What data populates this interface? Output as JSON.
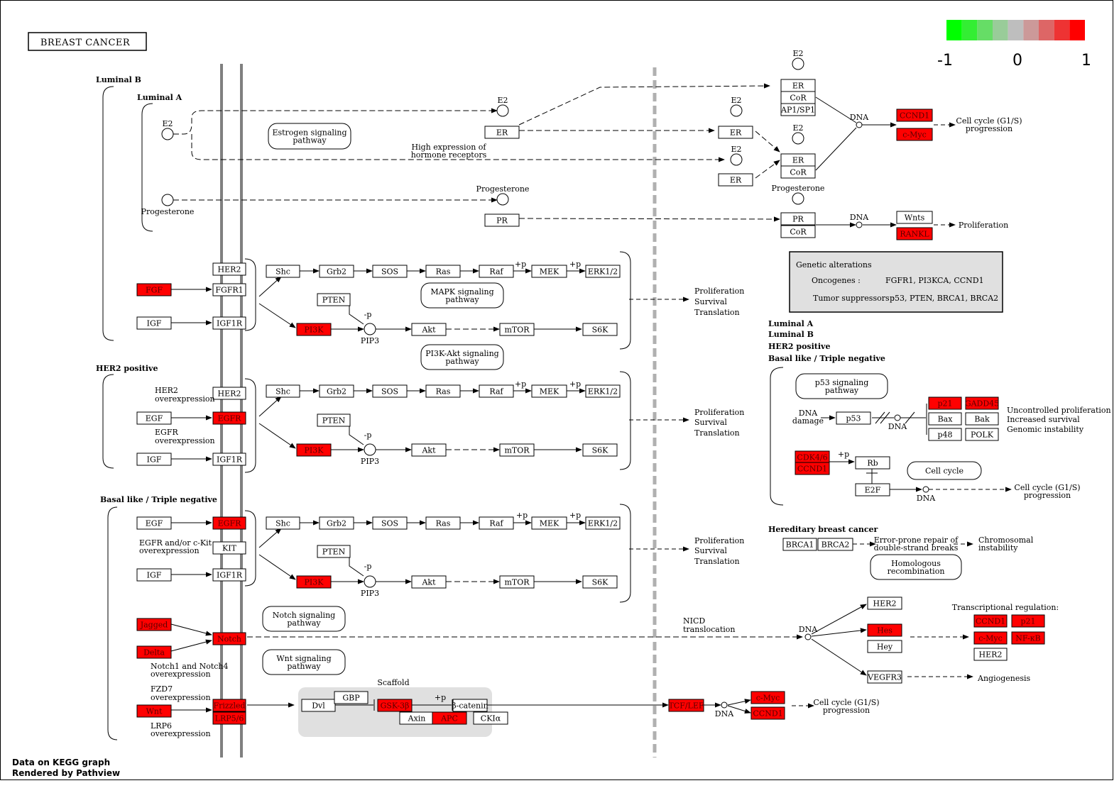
{
  "title": "BREAST CANCER",
  "footer": [
    "Data on KEGG graph",
    "Rendered by Pathview"
  ],
  "colors": {
    "high": "#ff0000",
    "neutral": "#ffffff",
    "membrane": "#808080",
    "legend_bg": "#e0e0e0"
  },
  "scale": {
    "labels": [
      "-1",
      "0",
      "1"
    ],
    "colors": [
      "#00ff00",
      "#33ee33",
      "#66dd66",
      "#99cc99",
      "#bebebe",
      "#cc9999",
      "#dd6666",
      "#ee3333",
      "#ff0000"
    ]
  },
  "genes": [
    {
      "id": "ccnd1_a",
      "label": "CCND1",
      "hl": true
    },
    {
      "id": "cmyc_a",
      "label": "c-Myc",
      "hl": true
    },
    {
      "id": "wnts",
      "label": "Wnts",
      "hl": false
    },
    {
      "id": "rankl",
      "label": "RANKL",
      "hl": true
    },
    {
      "id": "fgf",
      "label": "FGF",
      "hl": true
    },
    {
      "id": "her2_1",
      "label": "HER2",
      "hl": false
    },
    {
      "id": "fgfr1",
      "label": "FGFR1",
      "hl": false
    },
    {
      "id": "igf_1",
      "label": "IGF",
      "hl": false
    },
    {
      "id": "igf1r_1",
      "label": "IGF1R",
      "hl": false
    },
    {
      "id": "shc_1",
      "label": "Shc",
      "hl": false
    },
    {
      "id": "grb2_1",
      "label": "Grb2",
      "hl": false
    },
    {
      "id": "sos_1",
      "label": "SOS",
      "hl": false
    },
    {
      "id": "ras_1",
      "label": "Ras",
      "hl": false
    },
    {
      "id": "raf_1",
      "label": "Raf",
      "hl": false
    },
    {
      "id": "mek_1",
      "label": "MEK",
      "hl": false
    },
    {
      "id": "erk_1",
      "label": "ERK1/2",
      "hl": false
    },
    {
      "id": "pten_1",
      "label": "PTEN",
      "hl": false
    },
    {
      "id": "pi3k_1",
      "label": "PI3K",
      "hl": true
    },
    {
      "id": "akt_1",
      "label": "Akt",
      "hl": false
    },
    {
      "id": "mtor_1",
      "label": "mTOR",
      "hl": false
    },
    {
      "id": "s6k_1",
      "label": "S6K",
      "hl": false
    },
    {
      "id": "her2_2",
      "label": "HER2",
      "hl": false
    },
    {
      "id": "egf_2",
      "label": "EGF",
      "hl": false
    },
    {
      "id": "egfr_2",
      "label": "EGFR",
      "hl": true
    },
    {
      "id": "igf_2",
      "label": "IGF",
      "hl": false
    },
    {
      "id": "igf1r_2",
      "label": "IGF1R",
      "hl": false
    },
    {
      "id": "shc_2",
      "label": "Shc",
      "hl": false
    },
    {
      "id": "grb2_2",
      "label": "Grb2",
      "hl": false
    },
    {
      "id": "sos_2",
      "label": "SOS",
      "hl": false
    },
    {
      "id": "ras_2",
      "label": "Ras",
      "hl": false
    },
    {
      "id": "raf_2",
      "label": "Raf",
      "hl": false
    },
    {
      "id": "mek_2",
      "label": "MEK",
      "hl": false
    },
    {
      "id": "erk_2",
      "label": "ERK1/2",
      "hl": false
    },
    {
      "id": "pten_2",
      "label": "PTEN",
      "hl": false
    },
    {
      "id": "pi3k_2",
      "label": "PI3K",
      "hl": true
    },
    {
      "id": "akt_2",
      "label": "Akt",
      "hl": false
    },
    {
      "id": "mtor_2",
      "label": "mTOR",
      "hl": false
    },
    {
      "id": "s6k_2",
      "label": "S6K",
      "hl": false
    },
    {
      "id": "egf_3",
      "label": "EGF",
      "hl": false
    },
    {
      "id": "egfr_3",
      "label": "EGFR",
      "hl": true
    },
    {
      "id": "kit",
      "label": "KIT",
      "hl": false
    },
    {
      "id": "igf_3",
      "label": "IGF",
      "hl": false
    },
    {
      "id": "igf1r_3",
      "label": "IGF1R",
      "hl": false
    },
    {
      "id": "shc_3",
      "label": "Shc",
      "hl": false
    },
    {
      "id": "grb2_3",
      "label": "Grb2",
      "hl": false
    },
    {
      "id": "sos_3",
      "label": "SOS",
      "hl": false
    },
    {
      "id": "ras_3",
      "label": "Ras",
      "hl": false
    },
    {
      "id": "raf_3",
      "label": "Raf",
      "hl": false
    },
    {
      "id": "mek_3",
      "label": "MEK",
      "hl": false
    },
    {
      "id": "erk_3",
      "label": "ERK1/2",
      "hl": false
    },
    {
      "id": "pten_3",
      "label": "PTEN",
      "hl": false
    },
    {
      "id": "pi3k_3",
      "label": "PI3K",
      "hl": true
    },
    {
      "id": "akt_3",
      "label": "Akt",
      "hl": false
    },
    {
      "id": "mtor_3",
      "label": "mTOR",
      "hl": false
    },
    {
      "id": "s6k_3",
      "label": "S6K",
      "hl": false
    },
    {
      "id": "jagged",
      "label": "Jagged",
      "hl": true
    },
    {
      "id": "delta",
      "label": "Delta",
      "hl": true
    },
    {
      "id": "notch",
      "label": "Notch",
      "hl": true
    },
    {
      "id": "wnt",
      "label": "Wnt",
      "hl": true
    },
    {
      "id": "frizzled",
      "label": "Frizzled",
      "hl": true
    },
    {
      "id": "lrp56",
      "label": "LRP5/6",
      "hl": true
    },
    {
      "id": "dvl",
      "label": "Dvl",
      "hl": false
    },
    {
      "id": "gbp",
      "label": "GBP",
      "hl": false
    },
    {
      "id": "gsk3b",
      "label": "GSK-3β",
      "hl": true
    },
    {
      "id": "axin",
      "label": "Axin",
      "hl": false
    },
    {
      "id": "apc",
      "label": "APC",
      "hl": true
    },
    {
      "id": "bcat",
      "label": "β-catenin",
      "hl": false
    },
    {
      "id": "ckia",
      "label": "CKIα",
      "hl": false
    },
    {
      "id": "tcflef",
      "label": "TCF/LEF",
      "hl": true
    },
    {
      "id": "cmyc_b",
      "label": "c-Myc",
      "hl": true
    },
    {
      "id": "ccnd1_b",
      "label": "CCND1",
      "hl": true
    },
    {
      "id": "er_1",
      "label": "ER",
      "hl": false
    },
    {
      "id": "er_2",
      "label": "ER",
      "hl": false
    },
    {
      "id": "er_3",
      "label": "ER",
      "hl": false
    },
    {
      "id": "pr_1",
      "label": "PR",
      "hl": false
    },
    {
      "id": "er_c1",
      "label": "ER",
      "hl": false
    },
    {
      "id": "cor_c1",
      "label": "CoR",
      "hl": false
    },
    {
      "id": "ap1",
      "label": "AP1/SP1",
      "hl": false
    },
    {
      "id": "er_c2",
      "label": "ER",
      "hl": false
    },
    {
      "id": "cor_c2",
      "label": "CoR",
      "hl": false
    },
    {
      "id": "pr_c",
      "label": "PR",
      "hl": false
    },
    {
      "id": "cor_c3",
      "label": "CoR",
      "hl": false
    },
    {
      "id": "p53",
      "label": "p53",
      "hl": false
    },
    {
      "id": "p21_a",
      "label": "p21",
      "hl": true
    },
    {
      "id": "gadd45",
      "label": "GADD45",
      "hl": true
    },
    {
      "id": "bax",
      "label": "Bax",
      "hl": false
    },
    {
      "id": "bak",
      "label": "Bak",
      "hl": false
    },
    {
      "id": "p48",
      "label": "p48",
      "hl": false
    },
    {
      "id": "polk",
      "label": "POLK",
      "hl": false
    },
    {
      "id": "cdk46",
      "label": "CDK4/6",
      "hl": true
    },
    {
      "id": "ccnd1_c",
      "label": "CCND1",
      "hl": true
    },
    {
      "id": "rb",
      "label": "Rb",
      "hl": false
    },
    {
      "id": "e2f",
      "label": "E2F",
      "hl": false
    },
    {
      "id": "brca1",
      "label": "BRCA1",
      "hl": false
    },
    {
      "id": "brca2",
      "label": "BRCA2",
      "hl": false
    },
    {
      "id": "her2_n",
      "label": "HER2",
      "hl": false
    },
    {
      "id": "hes",
      "label": "Hes",
      "hl": true
    },
    {
      "id": "hey",
      "label": "Hey",
      "hl": false
    },
    {
      "id": "vegfr3",
      "label": "VEGFR3",
      "hl": false
    },
    {
      "id": "ccnd1_d",
      "label": "CCND1",
      "hl": true
    },
    {
      "id": "p21_b",
      "label": "p21",
      "hl": true
    },
    {
      "id": "cmyc_d",
      "label": "c-Myc",
      "hl": true
    },
    {
      "id": "nfkb",
      "label": "NF-κB",
      "hl": true
    },
    {
      "id": "her2_d",
      "label": "HER2",
      "hl": false
    }
  ],
  "pathways": [
    {
      "id": "estrogen",
      "lines": [
        "Estrogen signaling",
        "pathway"
      ]
    },
    {
      "id": "mapk",
      "lines": [
        "MAPK signaling",
        "pathway"
      ]
    },
    {
      "id": "pi3kakt",
      "lines": [
        "PI3K-Akt signaling",
        "pathway"
      ]
    },
    {
      "id": "notchpw",
      "lines": [
        "Notch signaling",
        "pathway"
      ]
    },
    {
      "id": "wntpw",
      "lines": [
        "Wnt signaling",
        "pathway"
      ]
    },
    {
      "id": "p53pw",
      "lines": [
        "p53 signaling",
        "pathway"
      ]
    },
    {
      "id": "cellcycle",
      "lines": [
        "Cell cycle"
      ]
    },
    {
      "id": "homrec",
      "lines": [
        "Homologous",
        "recombination"
      ]
    }
  ],
  "compounds": [
    {
      "id": "e2_src",
      "label": "E2"
    },
    {
      "id": "prog_src",
      "label": "Progesterone"
    },
    {
      "id": "e2_er1",
      "label": "E2"
    },
    {
      "id": "e2_er2",
      "label": "E2"
    },
    {
      "id": "e2_er3",
      "label": "E2"
    },
    {
      "id": "prog_pr1",
      "label": "Progesterone"
    },
    {
      "id": "e2_c1",
      "label": "E2"
    },
    {
      "id": "e2_c2",
      "label": "E2"
    },
    {
      "id": "prog_c",
      "label": "Progesterone"
    },
    {
      "id": "pip3_1",
      "label": "PIP3"
    },
    {
      "id": "pip3_2",
      "label": "PIP3"
    },
    {
      "id": "pip3_3",
      "label": "PIP3"
    },
    {
      "id": "dna_1",
      "label": "DNA"
    },
    {
      "id": "dna_2",
      "label": "DNA"
    },
    {
      "id": "dna_p53",
      "label": "DNA"
    },
    {
      "id": "dna_e2f",
      "label": "DNA"
    },
    {
      "id": "dna_notch",
      "label": "DNA"
    },
    {
      "id": "dna_tcf",
      "label": "DNA"
    }
  ],
  "labels": [
    {
      "id": "luminal_b",
      "text": "Luminal B",
      "bold": true
    },
    {
      "id": "luminal_a",
      "text": "Luminal A",
      "bold": true
    },
    {
      "id": "her2_pos",
      "text": "HER2 positive",
      "bold": true
    },
    {
      "id": "basal",
      "text": "Basal like / Triple negative",
      "bold": true
    },
    {
      "id": "high_expr1",
      "text": "High expression of"
    },
    {
      "id": "high_expr2",
      "text": "hormone receptors"
    },
    {
      "id": "cc1a",
      "text": "Cell cycle (G1/S)"
    },
    {
      "id": "cc1b",
      "text": "progression"
    },
    {
      "id": "prolif_a",
      "text": "Proliferation"
    },
    {
      "id": "pst1a",
      "text": "Proliferation"
    },
    {
      "id": "pst1b",
      "text": "Survival"
    },
    {
      "id": "pst1c",
      "text": "Translation"
    },
    {
      "id": "pst2a",
      "text": "Proliferation"
    },
    {
      "id": "pst2b",
      "text": "Survival"
    },
    {
      "id": "pst2c",
      "text": "Translation"
    },
    {
      "id": "pst3a",
      "text": "Proliferation"
    },
    {
      "id": "pst3b",
      "text": "Survival"
    },
    {
      "id": "pst3c",
      "text": "Translation"
    },
    {
      "id": "her2ov1",
      "text": "HER2"
    },
    {
      "id": "her2ov2",
      "text": "overexpression"
    },
    {
      "id": "egfrov1",
      "text": "EGFR"
    },
    {
      "id": "egfrov2",
      "text": "overexpression"
    },
    {
      "id": "egfrkit1",
      "text": "EGFR and/or c-Kit"
    },
    {
      "id": "egfrkit2",
      "text": "overexpression"
    },
    {
      "id": "notchov1",
      "text": "Notch1 and Notch4"
    },
    {
      "id": "notchov2",
      "text": "overexpression"
    },
    {
      "id": "fzdov1",
      "text": "FZD7"
    },
    {
      "id": "fzdov2",
      "text": "overexpression"
    },
    {
      "id": "lrpov1",
      "text": "LRP6"
    },
    {
      "id": "lrpov2",
      "text": "overexpression"
    },
    {
      "id": "scaffold",
      "text": "Scaffold"
    },
    {
      "id": "cc2a",
      "text": "Cell cycle (G1/S)"
    },
    {
      "id": "cc2b",
      "text": "progression"
    },
    {
      "id": "nicd1",
      "text": "NICD"
    },
    {
      "id": "nicd2",
      "text": "translocation"
    },
    {
      "id": "transreg",
      "text": "Transcriptional regulation:"
    },
    {
      "id": "angio",
      "text": "Angiogenesis"
    },
    {
      "id": "ga_title",
      "text": "Genetic alterations"
    },
    {
      "id": "ga_onc",
      "text": "Oncogenes :"
    },
    {
      "id": "ga_onc_v",
      "text": "FGFR1, PI3KCA, CCND1"
    },
    {
      "id": "ga_ts",
      "text": "Tumor suppressors :"
    },
    {
      "id": "ga_ts_v",
      "text": "p53, PTEN, BRCA1, BRCA2"
    },
    {
      "id": "st1",
      "text": "Luminal A",
      "bold": true
    },
    {
      "id": "st2",
      "text": "Luminal B",
      "bold": true
    },
    {
      "id": "st3",
      "text": "HER2 positive",
      "bold": true
    },
    {
      "id": "st4",
      "text": "Basal like / Triple negative",
      "bold": true
    },
    {
      "id": "dnadmg1",
      "text": "DNA"
    },
    {
      "id": "dnadmg2",
      "text": "damage"
    },
    {
      "id": "unc1",
      "text": "Uncontrolled proliferation"
    },
    {
      "id": "unc2",
      "text": "Increased survival"
    },
    {
      "id": "unc3",
      "text": "Genomic instability"
    },
    {
      "id": "cc3a",
      "text": "Cell cycle (G1/S)"
    },
    {
      "id": "cc3b",
      "text": "progression"
    },
    {
      "id": "hbc",
      "text": "Hereditary breast cancer",
      "bold": true
    },
    {
      "id": "errp1",
      "text": "Error-prone repair of"
    },
    {
      "id": "errp2",
      "text": "double-strand breaks"
    },
    {
      "id": "chrom1",
      "text": "Chromosomal"
    },
    {
      "id": "chrom2",
      "text": "instability"
    },
    {
      "id": "p_1",
      "text": "+p"
    },
    {
      "id": "p_2",
      "text": "+p"
    },
    {
      "id": "p_3",
      "text": "+p"
    },
    {
      "id": "p_4",
      "text": "+p"
    },
    {
      "id": "p_5",
      "text": "+p"
    },
    {
      "id": "p_6",
      "text": "+p"
    },
    {
      "id": "p_7",
      "text": "+p"
    },
    {
      "id": "p_8",
      "text": "+p"
    },
    {
      "id": "mp_1",
      "text": "-p"
    },
    {
      "id": "mp_2",
      "text": "-p"
    },
    {
      "id": "mp_3",
      "text": "-p"
    }
  ]
}
